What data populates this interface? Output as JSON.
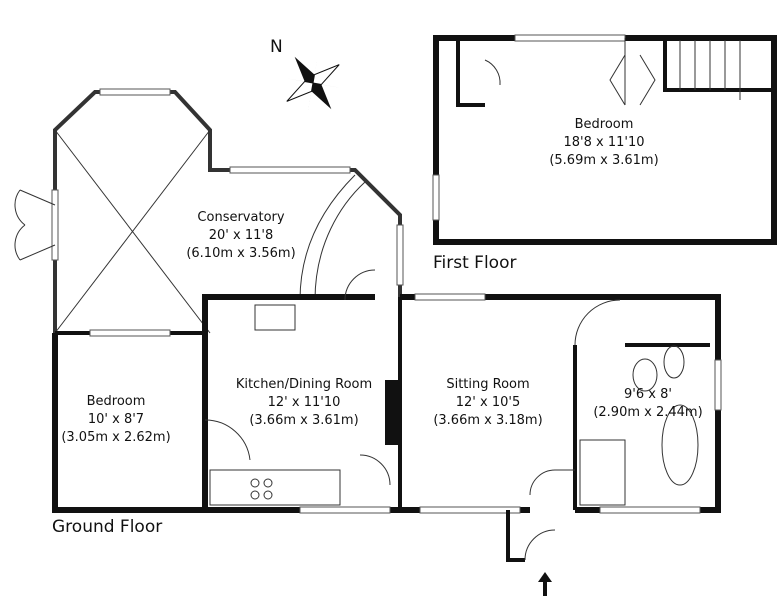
{
  "floors": {
    "first": {
      "label": "First Floor",
      "rooms": [
        {
          "name": "Bedroom",
          "imperial": "18'8 x 11'10",
          "metric": "(5.69m x 3.61m)"
        }
      ]
    },
    "ground": {
      "label": "Ground Floor",
      "rooms": [
        {
          "name": "Conservatory",
          "imperial": "20' x 11'8",
          "metric": "(6.10m x 3.56m)"
        },
        {
          "name": "Bedroom",
          "imperial": "10' x 8'7",
          "metric": "(3.05m x 2.62m)"
        },
        {
          "name": "Kitchen/Dining Room",
          "imperial": "12' x 11'10",
          "metric": "(3.66m x 3.61m)"
        },
        {
          "name": "Sitting Room",
          "imperial": "12' x 10'5",
          "metric": "(3.66m x 3.18m)"
        },
        {
          "name": "",
          "imperial": "9'6 x 8'",
          "metric": "(2.90m x 2.44m)"
        }
      ]
    }
  },
  "compass": {
    "label": "N"
  }
}
